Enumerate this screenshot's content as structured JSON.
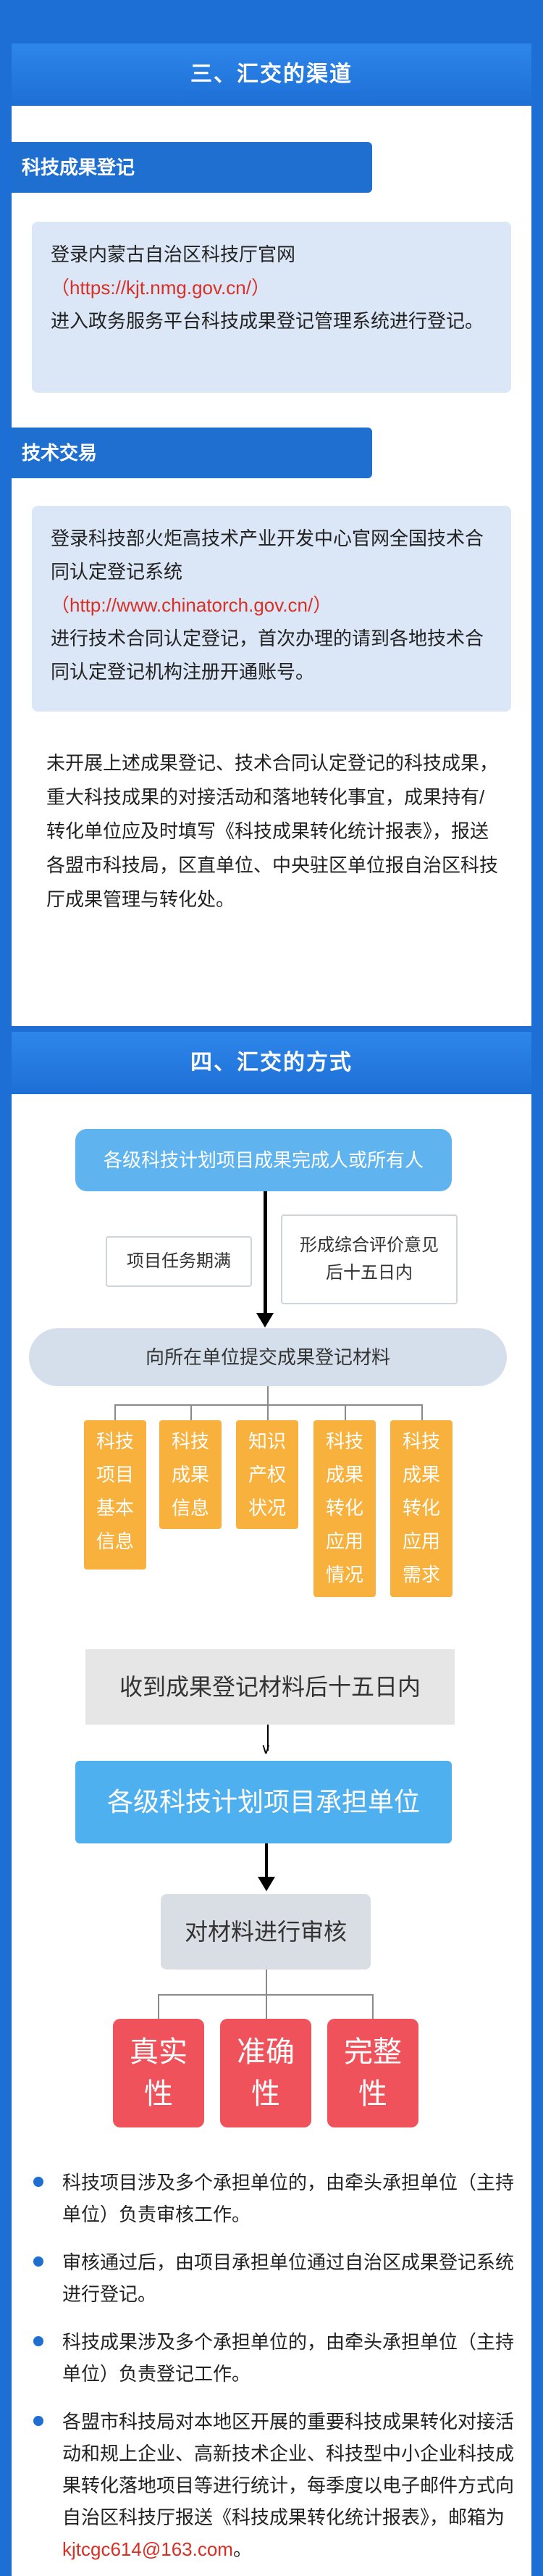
{
  "section3": {
    "title": "三、汇交的渠道",
    "tag1": "科技成果登记",
    "box1": {
      "line1": "登录内蒙古自治区科技厅官网",
      "link": "（https://kjt.nmg.gov.cn/）",
      "line2": "进入政务服务平台科技成果登记管理系统进行登记。"
    },
    "tag2": "技术交易",
    "box2": {
      "line1": "登录科技部火炬高技术产业开发中心官网全国技术合同认定登记系统",
      "link": "（http://www.chinatorch.gov.cn/）",
      "line2": "进行技术合同认定登记，首次办理的请到各地技术合同认定登记机构注册开通账号。"
    },
    "paragraph": "未开展上述成果登记、技术合同认定登记的科技成果，重大科技成果的对接活动和落地转化事宜，成果持有/转化单位应及时填写《科技成果转化统计报表》，报送各盟市科技局，区直单位、中央驻区单位报自治区科技厅成果管理与转化处。"
  },
  "section4": {
    "title": "四、汇交的方式",
    "top_pill": "各级科技计划项目成果完成人或所有人",
    "note_left": "项目任务期满",
    "note_right": "形成综合评价意见后十五日内",
    "submit_pill": "向所在单位提交成果登记材料",
    "materials": [
      "科技项目基本信息",
      "科技成果信息",
      "知识产权状况",
      "科技成果转化应用情况",
      "科技成果转化应用需求"
    ],
    "grey_box": "收到成果登记材料后十五日内",
    "blue_box": "各级科技计划项目承担单位",
    "review_box": "对材料进行审核",
    "checks": [
      "真实性",
      "准确性",
      "完整性"
    ],
    "bullets": [
      "科技项目涉及多个承担单位的，由牵头承担单位（主持单位）负责审核工作。",
      "审核通过后，由项目承担单位通过自治区成果登记系统进行登记。",
      "科技成果涉及多个承担单位的，由牵头承担单位（主持单位）负责登记工作。"
    ],
    "last_bullet": {
      "text": "各盟市科技局对本地区开展的重要科技成果转化对接活动和规上企业、高新技术企业、科技型中小企业科技成果转化落地项目等进行统计，每季度以电子邮件方式向自治区科技厅报送《科技成果转化统计报表》，邮箱为",
      "email": "kjtcgc614@163.com",
      "end": "。"
    }
  }
}
